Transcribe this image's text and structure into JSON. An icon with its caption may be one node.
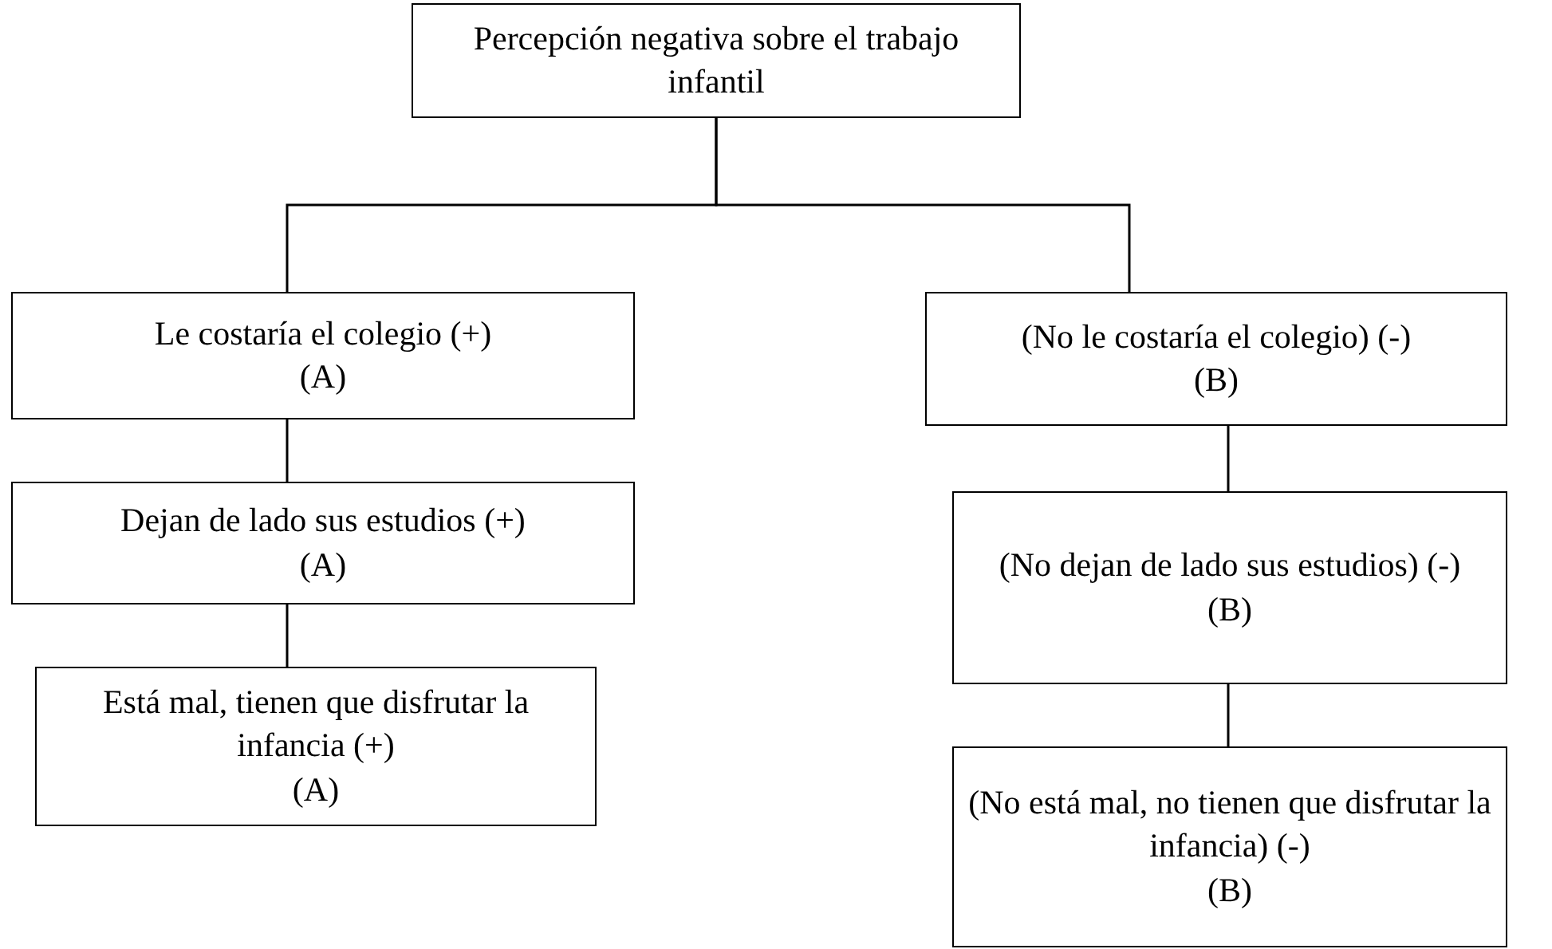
{
  "diagram": {
    "nodes": [
      {
        "text": [
          "Percepción negativa sobre el trabajo infantil"
        ]
      },
      {
        "text": [
          "Le costaría el colegio (+)",
          "(A)"
        ]
      },
      {
        "text": [
          "(No le costaría el colegio) (-)",
          "(B)"
        ]
      },
      {
        "text": [
          "Dejan de lado sus estudios (+)",
          "(A)"
        ]
      },
      {
        "text": [
          "(No dejan de lado sus estudios) (-)",
          "(B)"
        ]
      },
      {
        "text": [
          "Está mal, tienen que disfrutar la infancia (+)",
          "(A)"
        ]
      },
      {
        "text": [
          "(No está mal, no tienen que disfrutar la infancia) (-)",
          "(B)"
        ]
      }
    ],
    "edges": [
      {
        "from": 0,
        "to": 1,
        "arrow": "none"
      },
      {
        "from": 0,
        "to": 2,
        "arrow": "none"
      },
      {
        "from": 1,
        "to": 3,
        "arrow": "none"
      },
      {
        "from": 3,
        "to": 5,
        "arrow": "none"
      },
      {
        "from": 2,
        "to": 4,
        "arrow": "none"
      },
      {
        "from": 4,
        "to": 6,
        "arrow": "none"
      }
    ]
  }
}
